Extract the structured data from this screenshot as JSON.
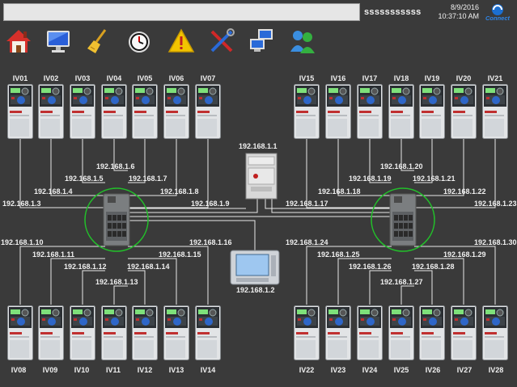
{
  "header": {
    "title_value": "",
    "user": "sssssssssss",
    "date": "8/9/2016",
    "time": "10:37:10 AM",
    "logo_text": "Connect"
  },
  "toolbar": [
    {
      "name": "home-icon"
    },
    {
      "name": "monitor-icon"
    },
    {
      "name": "broom-icon"
    },
    {
      "name": "alarm-clock-icon"
    },
    {
      "name": "warning-icon"
    },
    {
      "name": "tools-icon"
    },
    {
      "name": "network-icon"
    },
    {
      "name": "users-icon"
    }
  ],
  "drives_top_left": [
    "IV01",
    "IV02",
    "IV03",
    "IV04",
    "IV05",
    "IV06",
    "IV07"
  ],
  "drives_bottom_left": [
    "IV08",
    "IV09",
    "IV10",
    "IV11",
    "IV12",
    "IV13",
    "IV14"
  ],
  "drives_top_right": [
    "IV15",
    "IV16",
    "IV17",
    "IV18",
    "IV19",
    "IV20",
    "IV21"
  ],
  "drives_bottom_right": [
    "IV22",
    "IV23",
    "IV24",
    "IV25",
    "IV26",
    "IV27",
    "IV28"
  ],
  "ip_top_left": [
    "192.168.1.3",
    "192.168.1.4",
    "192.168.1.5",
    "192.168.1.6",
    "192.168.1.7",
    "192.168.1.8",
    "192.168.1.9"
  ],
  "ip_bottom_left": [
    "192.168.1.10",
    "192.168.1.11",
    "192.168.1.12",
    "192.168.1.13",
    "192.168.1.14",
    "192.168.1.15",
    "192.168.1.16"
  ],
  "ip_top_right": [
    "192.168.1.17",
    "192.168.1.18",
    "192.168.1.19",
    "192.168.1.20",
    "192.168.1.21",
    "192.168.1.22",
    "192.168.1.23"
  ],
  "ip_bottom_right": [
    "192.168.1.24",
    "192.168.1.25",
    "192.168.1.26",
    "192.168.1.27",
    "192.168.1.28",
    "192.168.1.29",
    "192.168.1.30"
  ],
  "plc_ip": "192.168.1.1",
  "hmi_ip": "192.168.1.2",
  "colors": {
    "background": "#3a3a3a",
    "line": "#e8e8e8",
    "switch_ring": "#22c02a"
  }
}
